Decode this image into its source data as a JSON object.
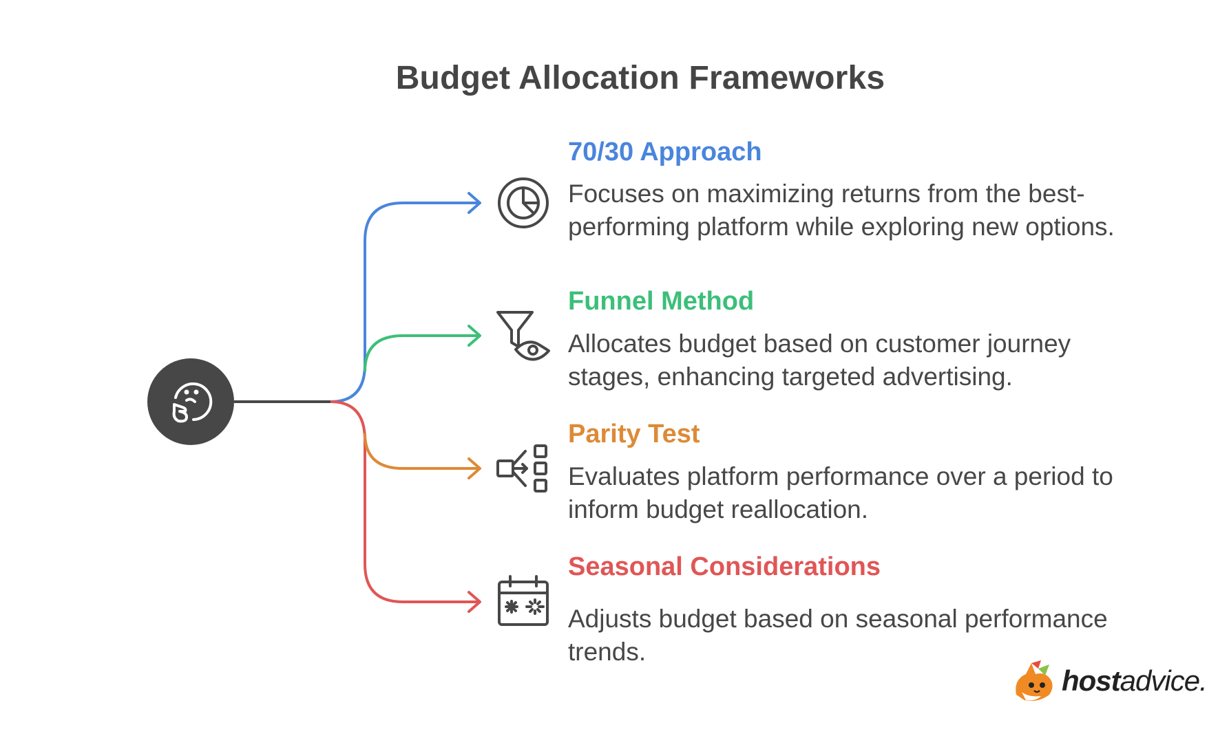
{
  "title": "Budget Allocation Frameworks",
  "colors": {
    "blue": "#4a85dc",
    "green": "#3cbf79",
    "orange": "#dd8a37",
    "red": "#e05656",
    "hub": "#474747",
    "text": "#474747"
  },
  "items": [
    {
      "title": "70/30 Approach",
      "description": "Focuses on maximizing returns from the best-performing platform while exploring new options.",
      "icon": "pie-chart-icon",
      "color": "#4a85dc"
    },
    {
      "title": "Funnel Method",
      "description": "Allocates budget based on customer journey stages, enhancing targeted advertising.",
      "icon": "funnel-eye-icon",
      "color": "#3cbf79"
    },
    {
      "title": "Parity Test",
      "description": "Evaluates platform performance over a period to inform budget reallocation.",
      "icon": "distribution-icon",
      "color": "#dd8a37"
    },
    {
      "title": "Seasonal Considerations",
      "description": "Adjusts budget based on seasonal performance trends.",
      "icon": "calendar-icon",
      "color": "#e05656"
    }
  ],
  "hub": {
    "icon": "thinking-face-icon"
  },
  "brand": {
    "name_bold": "host",
    "name_light": "advice."
  }
}
